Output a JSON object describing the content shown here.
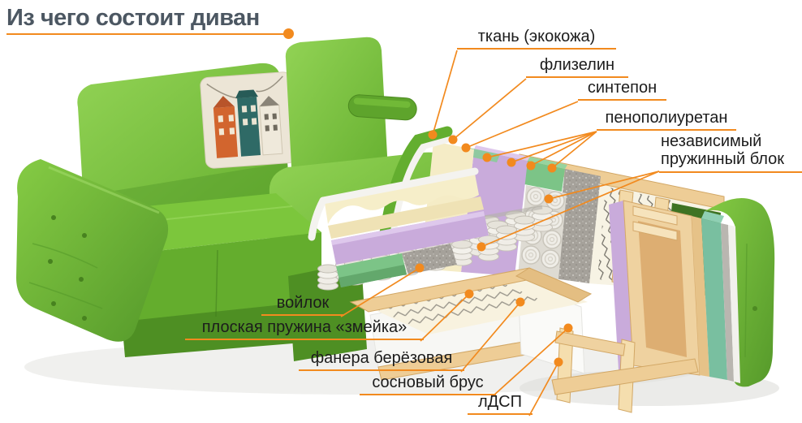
{
  "header": {
    "title": "Из чего состоит диван"
  },
  "labels": {
    "tkan": "ткань (экокожа)",
    "flizelin": "флизелин",
    "sintepon": "синтепон",
    "ppu": "пенополиуретан",
    "spring_line1": "независимый",
    "spring_line2": "пружинный блок",
    "voylok": "войлок",
    "zmeika": "плоская пружина «змейка»",
    "fanera": "фанера берёзовая",
    "brus": "сосновый брус",
    "ldsp": "лДСП"
  },
  "palette": {
    "accent_orange": "#F28A1E",
    "title_color": "#4C5762",
    "label_text": "#1C1C1C",
    "sofa_green": "#6DB832",
    "sofa_green_light": "#92D355",
    "sofa_green_dark": "#4C8A20",
    "foam_purple": "#C9ABDB",
    "foam_cream": "#F5ECC6",
    "foam_green": "#7CC487",
    "foam_teal": "#79BFA0",
    "wood_light": "#F3D9A8",
    "wood_mid": "#EECD96",
    "felt_gray": "#A5A19A",
    "spring_white": "#F0EEE8",
    "back_panel_green": "#3E7323"
  }
}
